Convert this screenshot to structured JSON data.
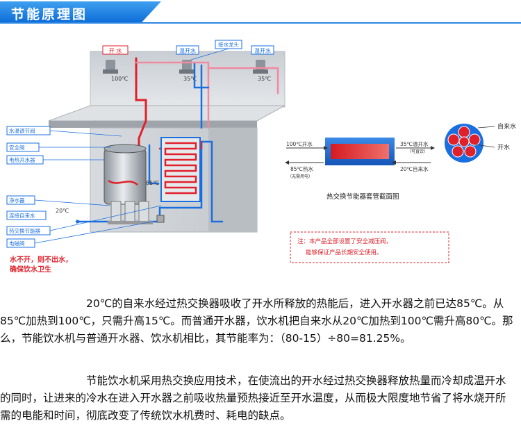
{
  "header": {
    "title": "节能原理图"
  },
  "diagram": {
    "tap_labels": [
      "开 水",
      "温开水",
      "接水龙头",
      "温开水"
    ],
    "tap_temps": [
      "100℃",
      "35℃",
      "35℃"
    ],
    "side_labels": [
      "水温调节阀",
      "安全阀",
      "电热开水器",
      "净水器",
      "连接自来水",
      "热交换节能器",
      "电磁阀"
    ],
    "temp_85": "85℃",
    "temp_20": "20℃",
    "warning_lines": [
      "水不开，则不出水，",
      "确保饮水卫生"
    ],
    "exchanger": {
      "left_top": "100℃开水",
      "right_top": "35℃温开水",
      "right_top_note": "（可直饮）",
      "left_bottom": "85℃热水",
      "left_bottom_note": "（无需用电）",
      "right_bottom": "20℃自来水",
      "caption": "热交换节能器套管截面图"
    },
    "cross_section": {
      "labels": [
        "自来水",
        "开水"
      ]
    },
    "note_lines": [
      "注：本产品全部设置了安全减压阀，",
      "能够保证产品长期安全使用。"
    ]
  },
  "text": {
    "paragraph1": "　　　　　　　　20℃的自来水经过热交换器吸收了开水所释放的热能后，进入开水器之前已达85℃。从85℃加热到100℃，只需升高15℃。而普通开水器，饮水机把自来水从20℃加热到100℃需升高80℃。那么，节能饮水机与普通开水器、饮水机相比，其节能率为：（80-15）÷80=81.25%。",
    "paragraph2": "　　　　　　　　节能饮水机采用热交换应用技术，在使流出的开水经过热交换器释放热量而冷却成温开水的同时，让进来的冷水在进入开水器之前吸收热量预热接近至开水温度，从而极大限度地节省了将水烧开所需的电能和时间，彻底改变了传统饮水机费时、耗电的缺点。"
  },
  "colors": {
    "hot": "#e0202a",
    "cold": "#1a6fe0",
    "warm": "#f08aa0",
    "header": "#1b7fe6"
  }
}
